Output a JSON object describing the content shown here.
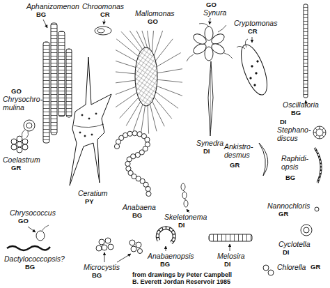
{
  "diagram": {
    "caption": "from drawings by Peter Campbell",
    "labels": [
      "Aphanizomenon",
      "BG",
      "Chroomonas",
      "CR",
      "Mallomonas",
      "GO",
      "GO",
      "Synura",
      "Cryptomonas",
      "CR",
      "Oscillatoria",
      "BG",
      "GO",
      "Chrysochro- mulina",
      "DI",
      "Stephano- discus",
      "Synedra",
      "DI",
      "Ankistro- desmus",
      "GR",
      "Raphidi- opsis",
      "BG",
      "Coelastrum",
      "GR",
      "Ceratium",
      "PY",
      "Anabaena",
      "BG",
      "Skeletonema",
      "DI",
      "Nannochloris",
      "GR",
      "Chrysococcus",
      "GO",
      "Cyclotella",
      "DI",
      "Dactylococcopsis?",
      "BG",
      "Microcystis",
      "BG",
      "Anabaenopsis",
      "BG",
      "Melosira",
      "DI",
      "Chlorella",
      "GR",
      "B. Everett Jordan Reservoir 1985"
    ]
  }
}
